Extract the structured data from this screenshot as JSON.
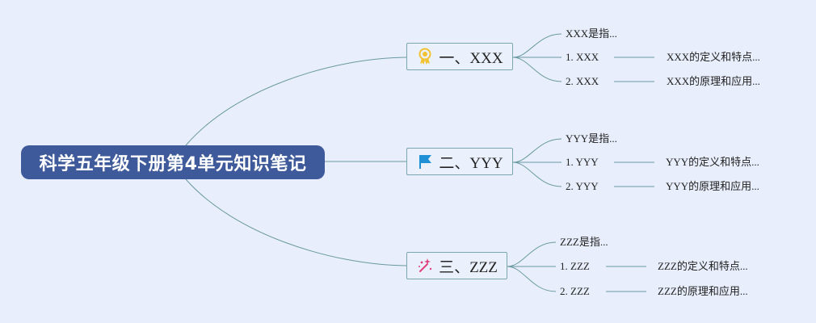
{
  "root": {
    "title": "科学五年级下册第4单元知识笔记"
  },
  "branches": [
    {
      "title": "一、XXX",
      "icon": "award-ribbon-icon",
      "intro": "XXX是指...",
      "items": [
        {
          "label": "1. XXX",
          "detail": "XXX的定义和特点..."
        },
        {
          "label": "2. XXX",
          "detail": "XXX的原理和应用..."
        }
      ]
    },
    {
      "title": "二、YYY",
      "icon": "flag-icon",
      "intro": "YYY是指...",
      "items": [
        {
          "label": "1. YYY",
          "detail": "YYY的定义和特点..."
        },
        {
          "label": "2. YYY",
          "detail": "YYY的原理和应用..."
        }
      ]
    },
    {
      "title": "三、ZZZ",
      "icon": "magic-wand-icon",
      "intro": "ZZZ是指...",
      "items": [
        {
          "label": "1. ZZZ",
          "detail": "ZZZ的定义和特点..."
        },
        {
          "label": "2. ZZZ",
          "detail": "ZZZ的原理和应用..."
        }
      ]
    }
  ],
  "colors": {
    "background": "#e8eefb",
    "root_fill": "#3f5a9a",
    "connector": "#6a9aa0",
    "branch_border": "#7aa6ad",
    "award_icon": "#f2c230",
    "flag_icon": "#1f8fd6",
    "wand_icon": "#e0407a"
  }
}
